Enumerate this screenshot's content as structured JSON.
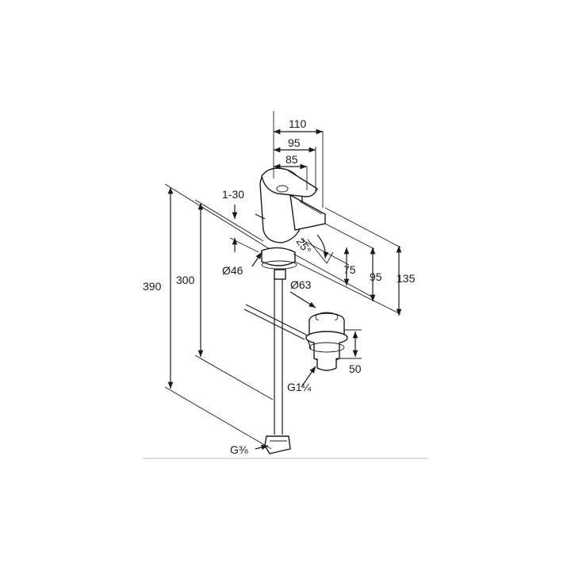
{
  "dimensions": {
    "width_110": "110",
    "width_95": "95",
    "width_85": "85",
    "adjust_1_30": "1-30",
    "height_390": "390",
    "height_300": "300",
    "angle_25": "25°",
    "height_75": "75",
    "height_95": "95",
    "height_135": "135",
    "dia_46": "Ø46",
    "dia_63": "Ø63",
    "height_50": "50",
    "thread_g114": "G1¼",
    "thread_g38": "G⅜"
  }
}
